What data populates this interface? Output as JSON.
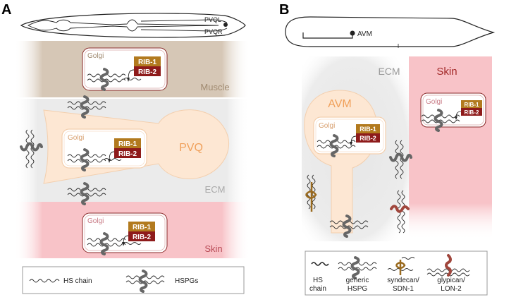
{
  "panel_a": {
    "label": "A",
    "worm": {
      "neuron_left": "PVQL",
      "neuron_right": "PVQR"
    },
    "tissues": {
      "muscle": "Muscle",
      "ecm": "ECM",
      "skin": "Skin"
    },
    "cell_name": "PVQ",
    "golgi": "Golgi",
    "enzyme_1": "RIB-1",
    "enzyme_2": "RIB-2",
    "legend": {
      "hs_chain": "HS chain",
      "hspgs": "HSPGs"
    }
  },
  "panel_b": {
    "label": "B",
    "worm": {
      "neuron": "AVM"
    },
    "tissues": {
      "ecm": "ECM",
      "skin": "Skin"
    },
    "cell_name": "AVM",
    "golgi": "Golgi",
    "enzyme_1": "RIB-1",
    "enzyme_2": "RIB-2",
    "legend": {
      "hs_line1": "HS",
      "hs_line2": "chain",
      "generic_line1": "generic",
      "generic_line2": "HSPG",
      "syndecan_line1": "syndecan/",
      "syndecan_line2": "SDN-1",
      "glypican_line1": "glypican/",
      "glypican_line2": "LON-2"
    }
  },
  "colors": {
    "muscle": "#d6c7b6",
    "skin": "#f8c3c8",
    "ecm": "#ececec",
    "cell": "#fde7d3",
    "golgi_border": "#8a2a2a",
    "rib1": "#b27a1e",
    "rib2": "#8e1b1b",
    "cell_label": "#f0a05a",
    "syndecan": "#9a6a1e",
    "glypican": "#a0463c"
  }
}
